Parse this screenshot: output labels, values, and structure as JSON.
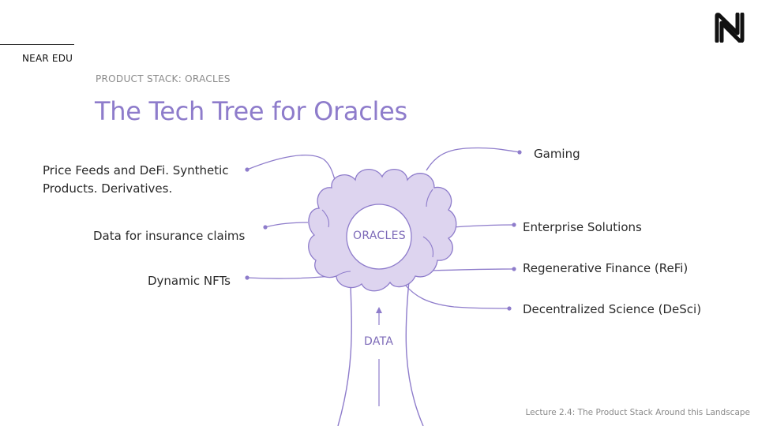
{
  "header": {
    "brand": "NEAR EDU",
    "section": "PRODUCT STACK: ORACLES",
    "title": "The Tech Tree for Oracles"
  },
  "logo": {
    "icon": "near-logo-icon"
  },
  "diagram": {
    "center": "ORACLES",
    "trunk_label": "DATA",
    "left_branches": [
      {
        "line1": "Price Feeds and DeFi. Synthetic",
        "line2": "Products. Derivatives."
      },
      {
        "line1": "Data for insurance claims"
      },
      {
        "line1": "Dynamic NFTs"
      }
    ],
    "right_branches": [
      {
        "line1": "Gaming"
      },
      {
        "line1": "Enterprise Solutions"
      },
      {
        "line1": "Regenerative Finance (ReFi)"
      },
      {
        "line1": "Decentralized Science (DeSci)"
      }
    ],
    "colors": {
      "accent": "#8e7ccb",
      "cloud_fill": "#ddd4ef",
      "line": "#8e7ccb"
    }
  },
  "footer": "Lecture 2.4: The Product Stack Around this Landscape"
}
